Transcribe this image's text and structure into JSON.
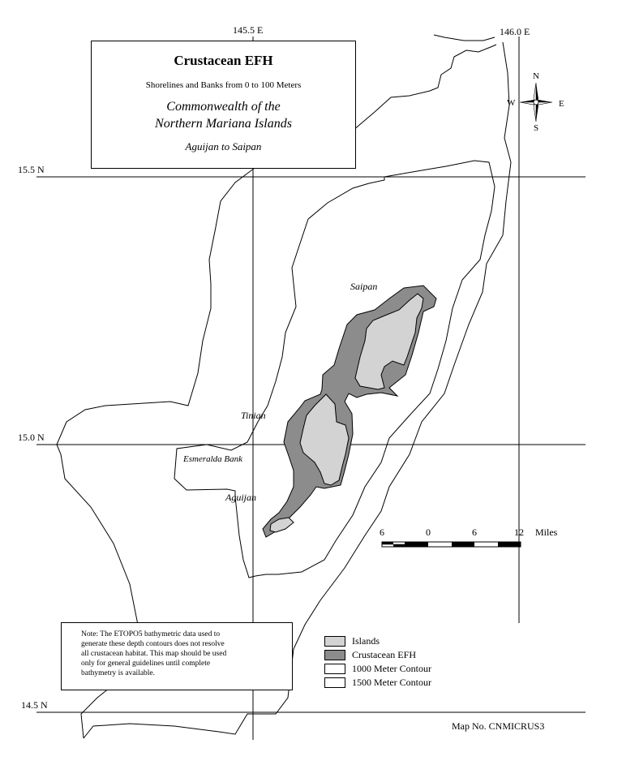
{
  "title": {
    "main": "Crustacean EFH",
    "subtitle": "Shorelines and Banks from 0 to 100 Meters",
    "region_line1": "Commonwealth of the",
    "region_line2": "Northern Mariana Islands",
    "area": "Aguijan to Saipan"
  },
  "graticule": {
    "lon_labels": [
      "145.5 E",
      "146.0 E"
    ],
    "lat_labels": [
      "15.5 N",
      "15.0 N",
      "14.5 N"
    ]
  },
  "compass": {
    "n": "N",
    "s": "S",
    "e": "E",
    "w": "W"
  },
  "place_labels": {
    "saipan": "Saipan",
    "tinian": "Tinian",
    "esmeralda": "Esmeralda Bank",
    "aguijan": "Aguijan"
  },
  "scale_bar": {
    "ticks": [
      "6",
      "0",
      "6",
      "12"
    ],
    "unit": "Miles"
  },
  "note": {
    "lines": [
      "Note:  The ETOPO5 bathymetric data used to",
      "generate these depth contours does not resolve",
      "all crustacean habitat.  This map should be used",
      "only for general guidelines until complete",
      "bathymetry is available."
    ]
  },
  "legend": [
    {
      "label": "Islands",
      "color": "#d3d3d3"
    },
    {
      "label": "Crustacean EFH",
      "color": "#8c8c8c"
    },
    {
      "label": "1000 Meter Contour",
      "color": "#ffffff"
    },
    {
      "label": "1500 Meter Contour",
      "color": "#ffffff"
    }
  ],
  "map_number": "Map No. CNMICRUS3",
  "colors": {
    "islands": "#d3d3d3",
    "efh": "#8c8c8c",
    "line": "#000000"
  }
}
